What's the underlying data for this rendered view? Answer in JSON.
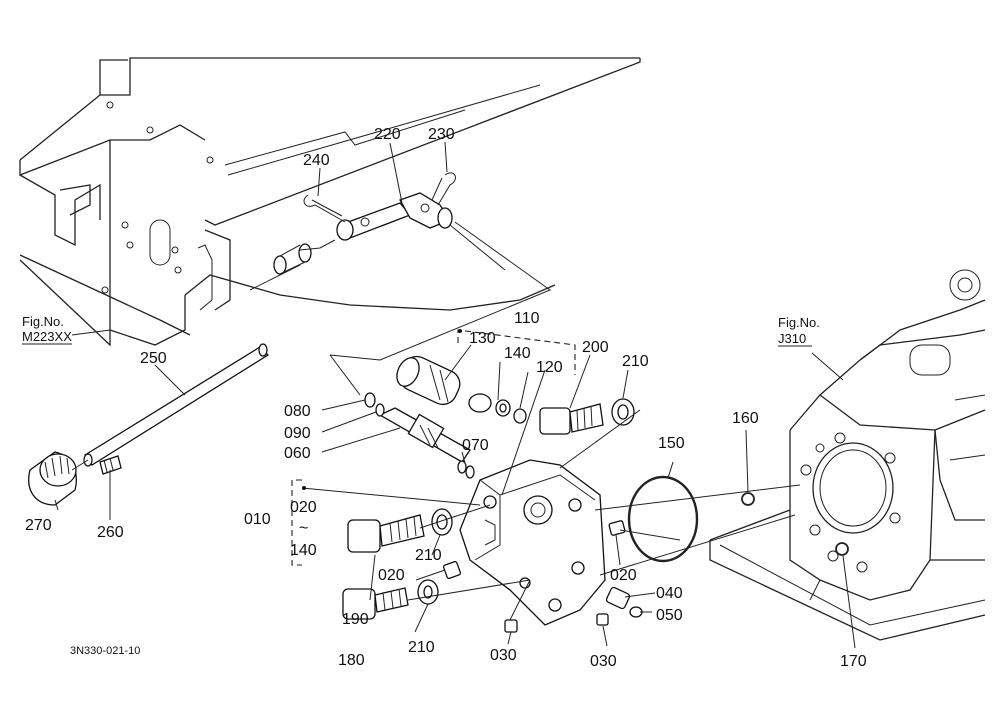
{
  "fig_refs": [
    {
      "line1": "Fig.No.",
      "line2": "M223XX"
    },
    {
      "line1": "Fig.No.",
      "line2": "J310"
    }
  ],
  "group_range": {
    "from": "020",
    "tilde": "~",
    "to": "140"
  },
  "drawing_code": "3N330-021-10",
  "labels": {
    "p010": "010",
    "p020a": "020",
    "p020b": "020",
    "p030a": "030",
    "p030b": "030",
    "p040": "040",
    "p050": "050",
    "p060": "060",
    "p070": "070",
    "p080": "080",
    "p090": "090",
    "p110": "110",
    "p120": "120",
    "p130": "130",
    "p140": "140",
    "p150": "150",
    "p160": "160",
    "p170": "170",
    "p180": "180",
    "p190": "190",
    "p200": "200",
    "p210a": "210",
    "p210b": "210",
    "p210c": "210",
    "p220": "220",
    "p230": "230",
    "p240": "240",
    "p250": "250",
    "p260": "260",
    "p270": "270"
  }
}
